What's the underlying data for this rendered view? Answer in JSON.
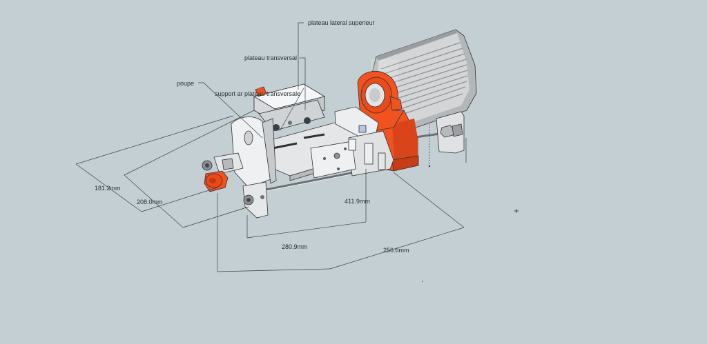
{
  "callouts": {
    "plateau_lateral_superieur": "plateau lateral superieur",
    "plateau_transversal": "plateau transversal",
    "poupe": "poupe",
    "support_ar_plateau_transversale": "support ar plateau transversale"
  },
  "dimensions": {
    "d1": "181.2mm",
    "d2": "208.0mm",
    "d3": "411.9mm",
    "d4": "280.9mm",
    "d5": "256.6mm"
  },
  "colors": {
    "background": "#c3cfd2",
    "accent_orange": "#f2521e",
    "part_light": "#ecedef",
    "part_mid": "#c9ccd0",
    "motor_grey": "#b9bcbf"
  }
}
